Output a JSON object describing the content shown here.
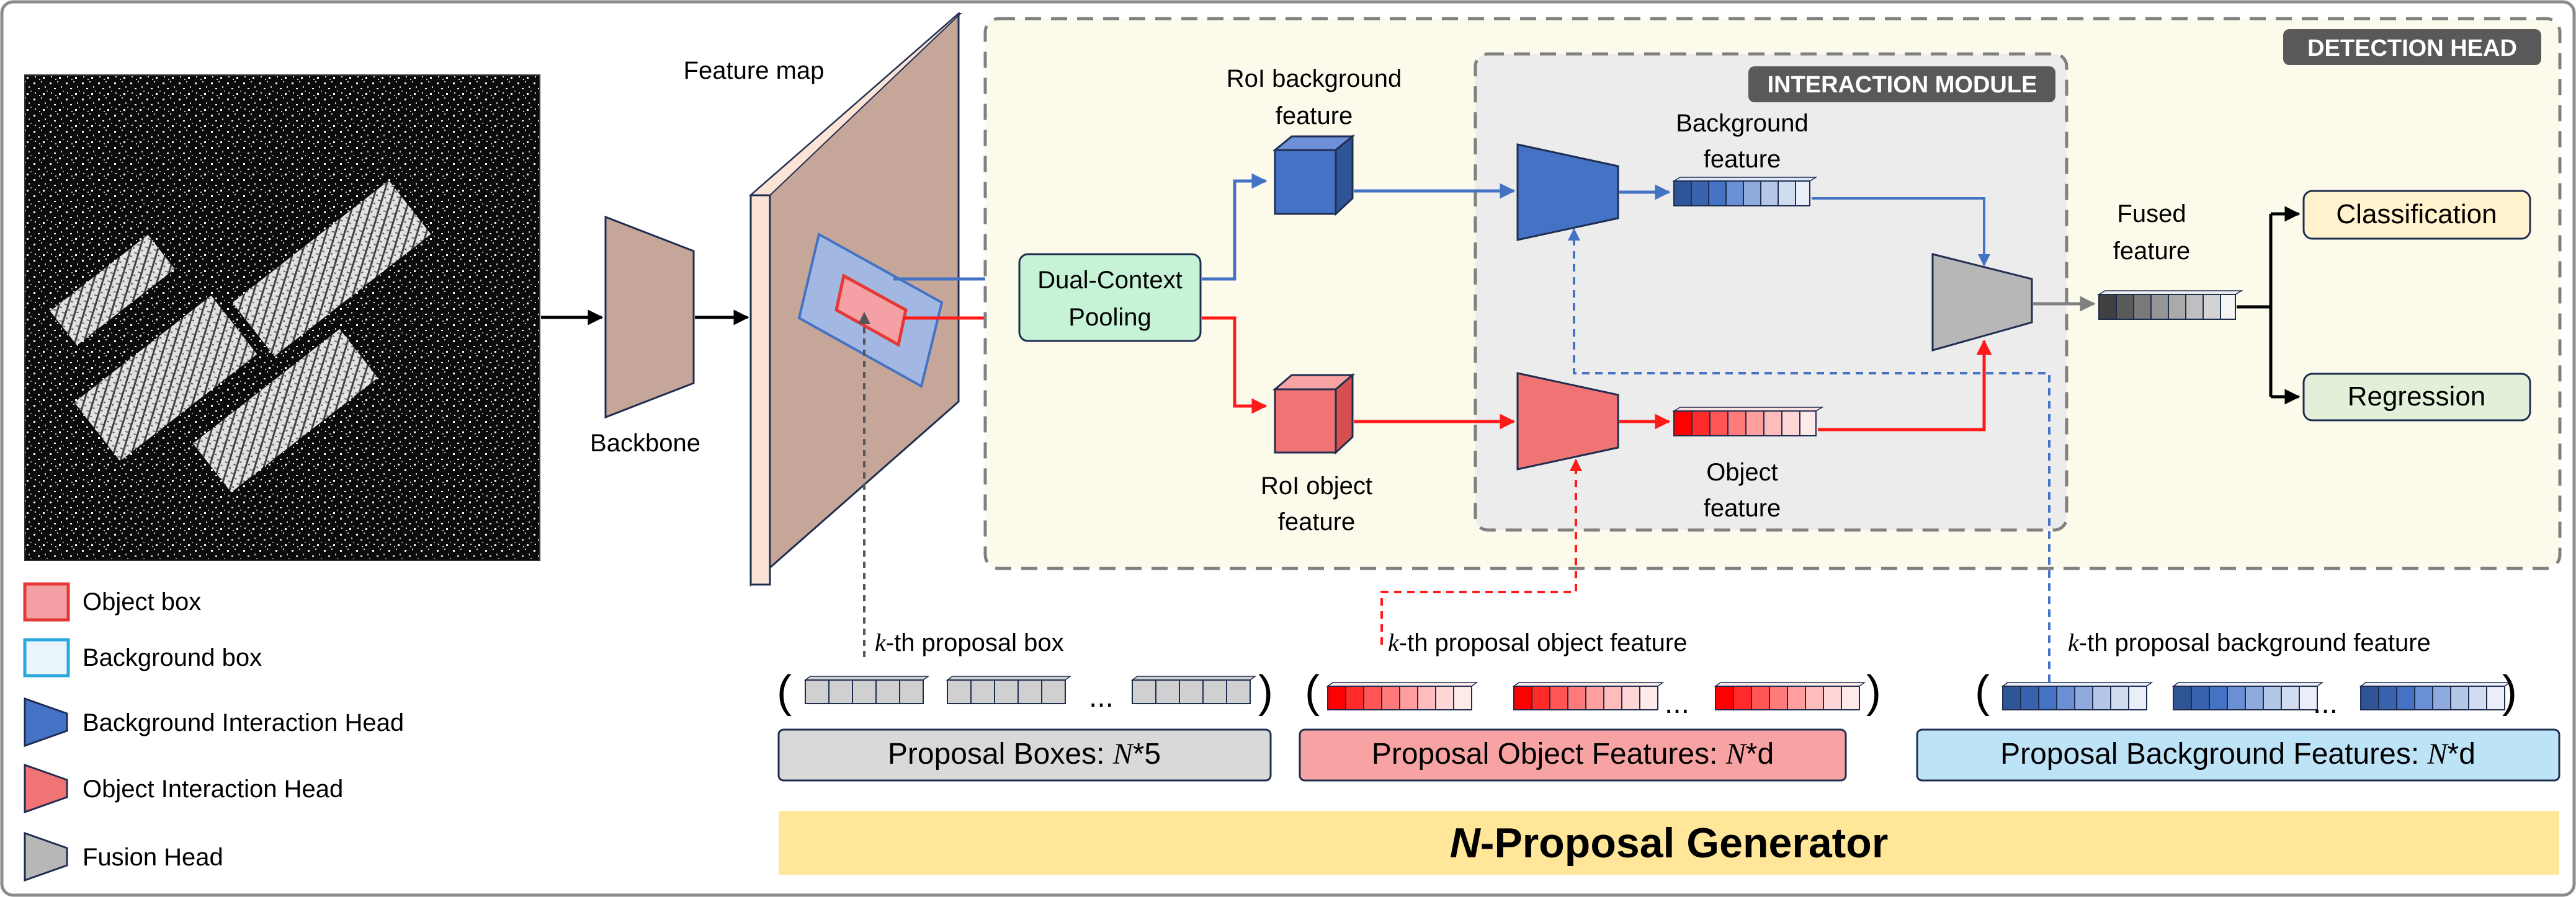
{
  "labels": {
    "feature_map": "Feature map",
    "backbone": "Backbone",
    "dual_context": [
      "Dual-Context",
      "Pooling"
    ],
    "roi_background": [
      "RoI background",
      "feature"
    ],
    "roi_object": [
      "RoI object",
      "feature"
    ],
    "background_feature": [
      "Background",
      "feature"
    ],
    "object_feature": [
      "Object",
      "feature"
    ],
    "fused_feature": [
      "Fused",
      "feature"
    ],
    "classification": "Classification",
    "regression": "Regression",
    "interaction_module": "INTERACTION MODULE",
    "detection_head": "DETECTION HEAD",
    "kth_box": "-th  proposal box",
    "kth_object": "-th  proposal object feature",
    "kth_background": "-th  proposal background feature",
    "k": "k",
    "ellipsis": "...",
    "paren_open": "(",
    "paren_close": ")",
    "proposal_boxes": "Proposal Boxes: ",
    "proposal_boxes_suffix": "*5",
    "proposal_object": "Proposal Object Features: ",
    "proposal_background": "Proposal Background Features: ",
    "d_suffix": "*d",
    "N": "N",
    "generator": "-Proposal Generator"
  },
  "legend": [
    {
      "label": "Object box",
      "shape": "box",
      "fill": "#f4a0a4",
      "stroke": "#e53935"
    },
    {
      "label": "Background box",
      "shape": "box",
      "fill": "#eaf4fb",
      "stroke": "#29a8e0"
    },
    {
      "label": "Background Interaction Head",
      "shape": "trap",
      "fill": "#4472c4",
      "stroke": "#1f2d50"
    },
    {
      "label": "Object Interaction Head",
      "shape": "trap",
      "fill": "#f07474",
      "stroke": "#1f2d50"
    },
    {
      "label": "Fusion Head",
      "shape": "trap",
      "fill": "#b7b7b7",
      "stroke": "#1f2d50"
    }
  ],
  "colors": {
    "blue": "#4472c4",
    "red": "#ff1a1a",
    "gray": "#808080",
    "detection_bg": "#fcfbeb",
    "interaction_bg": "#ececec",
    "generator_bg": "#ffe699",
    "pooling_bg": "#c6f2d6"
  }
}
